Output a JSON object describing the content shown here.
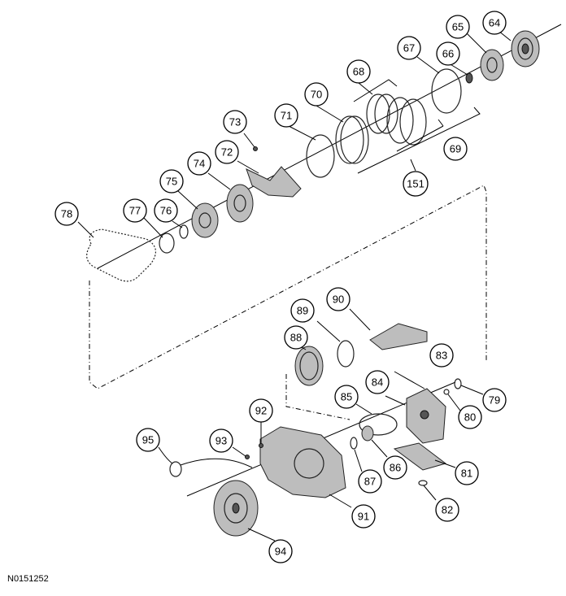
{
  "reference_code": "N0151252",
  "callouts": [
    "64",
    "65",
    "66",
    "67",
    "68",
    "69",
    "70",
    "71",
    "72",
    "73",
    "74",
    "75",
    "76",
    "77",
    "78",
    "79",
    "80",
    "81",
    "82",
    "83",
    "84",
    "85",
    "86",
    "87",
    "88",
    "89",
    "90",
    "91",
    "92",
    "93",
    "94",
    "95",
    "151"
  ]
}
